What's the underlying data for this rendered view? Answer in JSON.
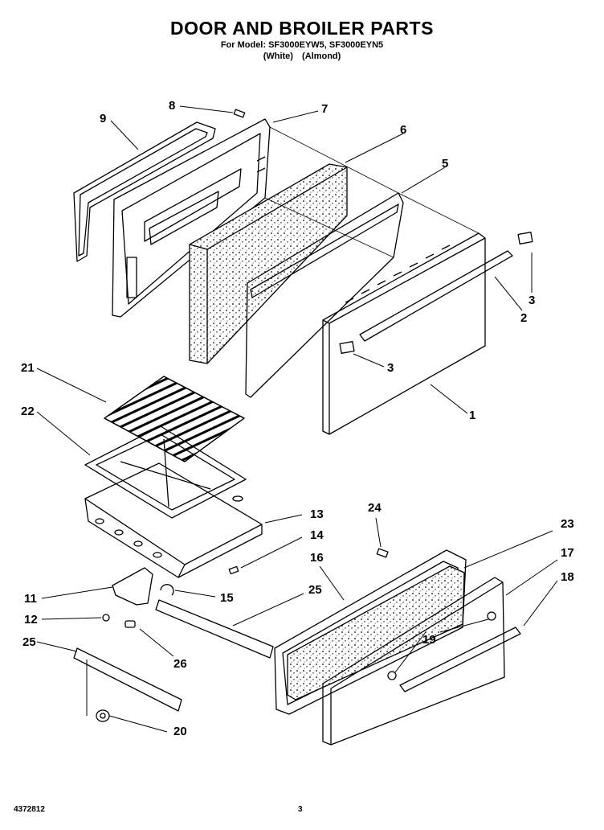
{
  "header": {
    "title": "DOOR AND BROILER PARTS",
    "model_line": "For Model: SF3000EYW5, SF3000EYN5",
    "color_1": "(White)",
    "color_2": "(Almond)"
  },
  "callouts": [
    "1",
    "2",
    "3",
    "3",
    "5",
    "6",
    "7",
    "8",
    "9",
    "11",
    "12",
    "13",
    "14",
    "15",
    "16",
    "17",
    "18",
    "19",
    "20",
    "21",
    "22",
    "23",
    "24",
    "25",
    "25",
    "26"
  ],
  "footer": {
    "doc_number": "4372812",
    "page_number": "3"
  }
}
